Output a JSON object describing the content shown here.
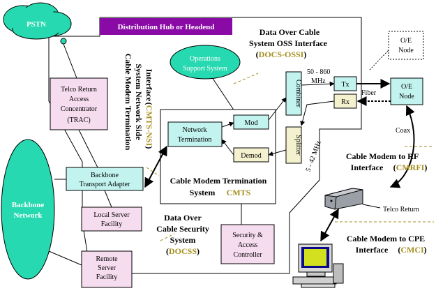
{
  "hub": {
    "label": "Distribution Hub or Headend"
  },
  "pstn": {
    "label": "PSTN"
  },
  "backbone": {
    "label_line1": "Backbone",
    "label_line2": "Network"
  },
  "oss": {
    "line1": "Operations",
    "line2": "Support System"
  },
  "trac": {
    "line1": "Telco Return",
    "line2": "Access",
    "line3": "Concentrator",
    "line4": "(TRAC)"
  },
  "bta": {
    "line1": "Backbone",
    "line2": "Transport Adapter"
  },
  "local_server": {
    "line1": "Local Server",
    "line2": "Facility"
  },
  "remote_server": {
    "line1": "Remote",
    "line2": "Server",
    "line3": "Facility"
  },
  "security": {
    "line1": "Security &",
    "line2": "Access",
    "line3": "Controller"
  },
  "network_termination": {
    "line1": "Network",
    "line2": "Termination"
  },
  "mod": {
    "label": "Mod"
  },
  "demod": {
    "label": "Demod"
  },
  "combiner": {
    "label": "Combiner"
  },
  "splitter": {
    "label": "Splitter"
  },
  "tx": {
    "label": "Tx"
  },
  "rx": {
    "label": "Rx"
  },
  "oe_node": {
    "line1": "O/E",
    "line2": "Node"
  },
  "oe_node_dashed": {
    "line1": "O/E",
    "line2": "Node"
  },
  "labels": {
    "freq_down_1": "50 - 860",
    "freq_down_2": "MHz",
    "freq_up": "5 - 42 MHz",
    "fiber": "Fiber",
    "coax": "Coax",
    "telco_return": "Telco Return"
  },
  "interfaces": {
    "ossi": {
      "line1": "Data Over Cable",
      "line2": "System OSS Interface",
      "acronym": "DOCS-OSSI"
    },
    "cmts_nsi": {
      "line1": "Cable Modem Termination",
      "line2": "System Network Side",
      "line3": "Interface",
      "acronym": "CMTS-NSI"
    },
    "cmts": {
      "line1": "Cable Modem Termination",
      "line2": "System",
      "acronym": "CMTS"
    },
    "docss": {
      "line1": "Data Over",
      "line2": "Cable Security",
      "line3": "System",
      "acronym": "DOCSS"
    },
    "cmrfi": {
      "line1": "Cable Modem to RF",
      "line2": "Interface",
      "acronym": "CMRFI"
    },
    "cmci": {
      "line1": "Cable Modem to CPE",
      "line2": "Interface",
      "acronym": "CMCI"
    }
  }
}
